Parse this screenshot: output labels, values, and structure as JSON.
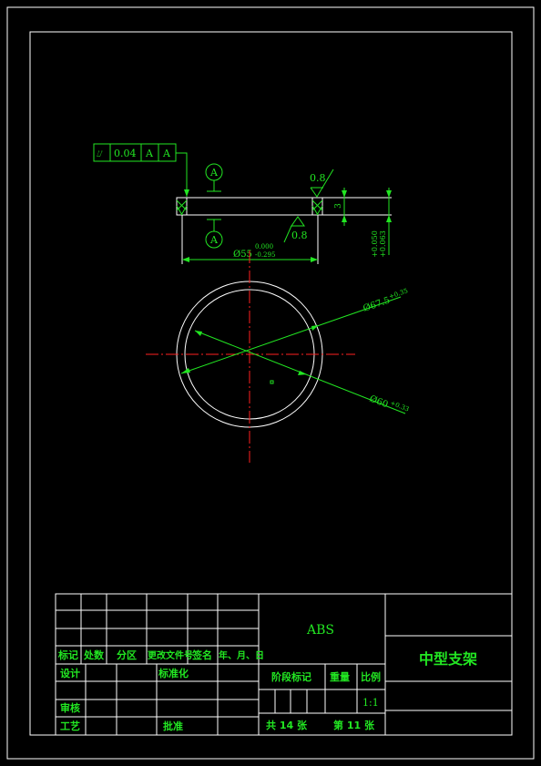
{
  "drawing": {
    "gdt": {
      "symbol": "⌰",
      "tolerance": "0.04",
      "datum1": "A",
      "datum2": "A"
    },
    "datum_top": "A",
    "datum_bottom": "A",
    "roughness_top": "0.8",
    "roughness_bottom": "0.8",
    "dim_width_base": "Ø55",
    "dim_width_upper": "0.000",
    "dim_width_lower": "-0.295",
    "dim_height": "3",
    "dim_right_upper": "+0.050",
    "dim_right_lower": "+0.063",
    "dim_d1_base": "Ø67.5",
    "dim_d1_tol": "+0.35",
    "dim_d2_base": "Ø60",
    "dim_d2_tol": "+0.33"
  },
  "title_block": {
    "header_cols": [
      "标记",
      "处数",
      "分区",
      "更改文件号",
      "签名",
      "年、月、日"
    ],
    "row_design": "设计",
    "row_standard": "标准化",
    "row_review": "审核",
    "row_process": "工艺",
    "row_approve": "批准",
    "material": "ABS",
    "stage_label": "阶段标记",
    "weight_label": "重量",
    "scale_label": "比例",
    "scale_value": "1:1",
    "total_sheets": "共 14 张",
    "sheet_no": "第 11 张",
    "part_name": "中型支架"
  }
}
